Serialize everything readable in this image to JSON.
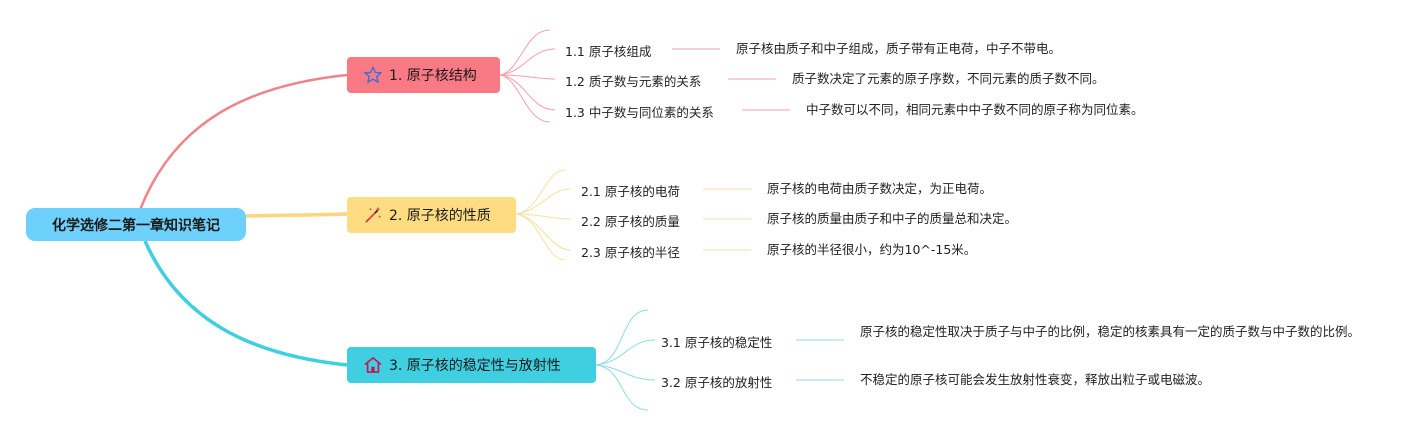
{
  "root": {
    "label": "化学选修二第一章知识笔记"
  },
  "colors": {
    "root": "#6dd1fb",
    "b1": "#f97a84",
    "b2": "#fddc82",
    "b3": "#3fcfe1",
    "root_line": "#fcd57e"
  },
  "branches": [
    {
      "label": "1. 原子核结构",
      "icon": "star-icon",
      "subs": [
        {
          "label": "1.1 原子核组成",
          "leaf": "原子核由质子和中子组成，质子带有正电荷，中子不带电。"
        },
        {
          "label": "1.2 质子数与元素的关系",
          "leaf": "质子数决定了元素的原子序数，不同元素的质子数不同。"
        },
        {
          "label": "1.3 中子数与同位素的关系",
          "leaf": "中子数可以不同，相同元素中中子数不同的原子称为同位素。"
        }
      ]
    },
    {
      "label": "2. 原子核的性质",
      "icon": "magic-wand-icon",
      "subs": [
        {
          "label": "2.1 原子核的电荷",
          "leaf": "原子核的电荷由质子数决定，为正电荷。"
        },
        {
          "label": "2.2 原子核的质量",
          "leaf": "原子核的质量由质子和中子的质量总和决定。"
        },
        {
          "label": "2.3 原子核的半径",
          "leaf": "原子核的半径很小，约为10^-15米。"
        }
      ]
    },
    {
      "label": "3. 原子核的稳定性与放射性",
      "icon": "home-icon",
      "subs": [
        {
          "label": "3.1 原子核的稳定性",
          "leaf": "原子核的稳定性取决于质子与中子的比例，稳定的核素具有一定的质子数与中子数的比例。"
        },
        {
          "label": "3.2 原子核的放射性",
          "leaf": "不稳定的原子核可能会发生放射性衰变，释放出粒子或电磁波。"
        }
      ]
    }
  ]
}
